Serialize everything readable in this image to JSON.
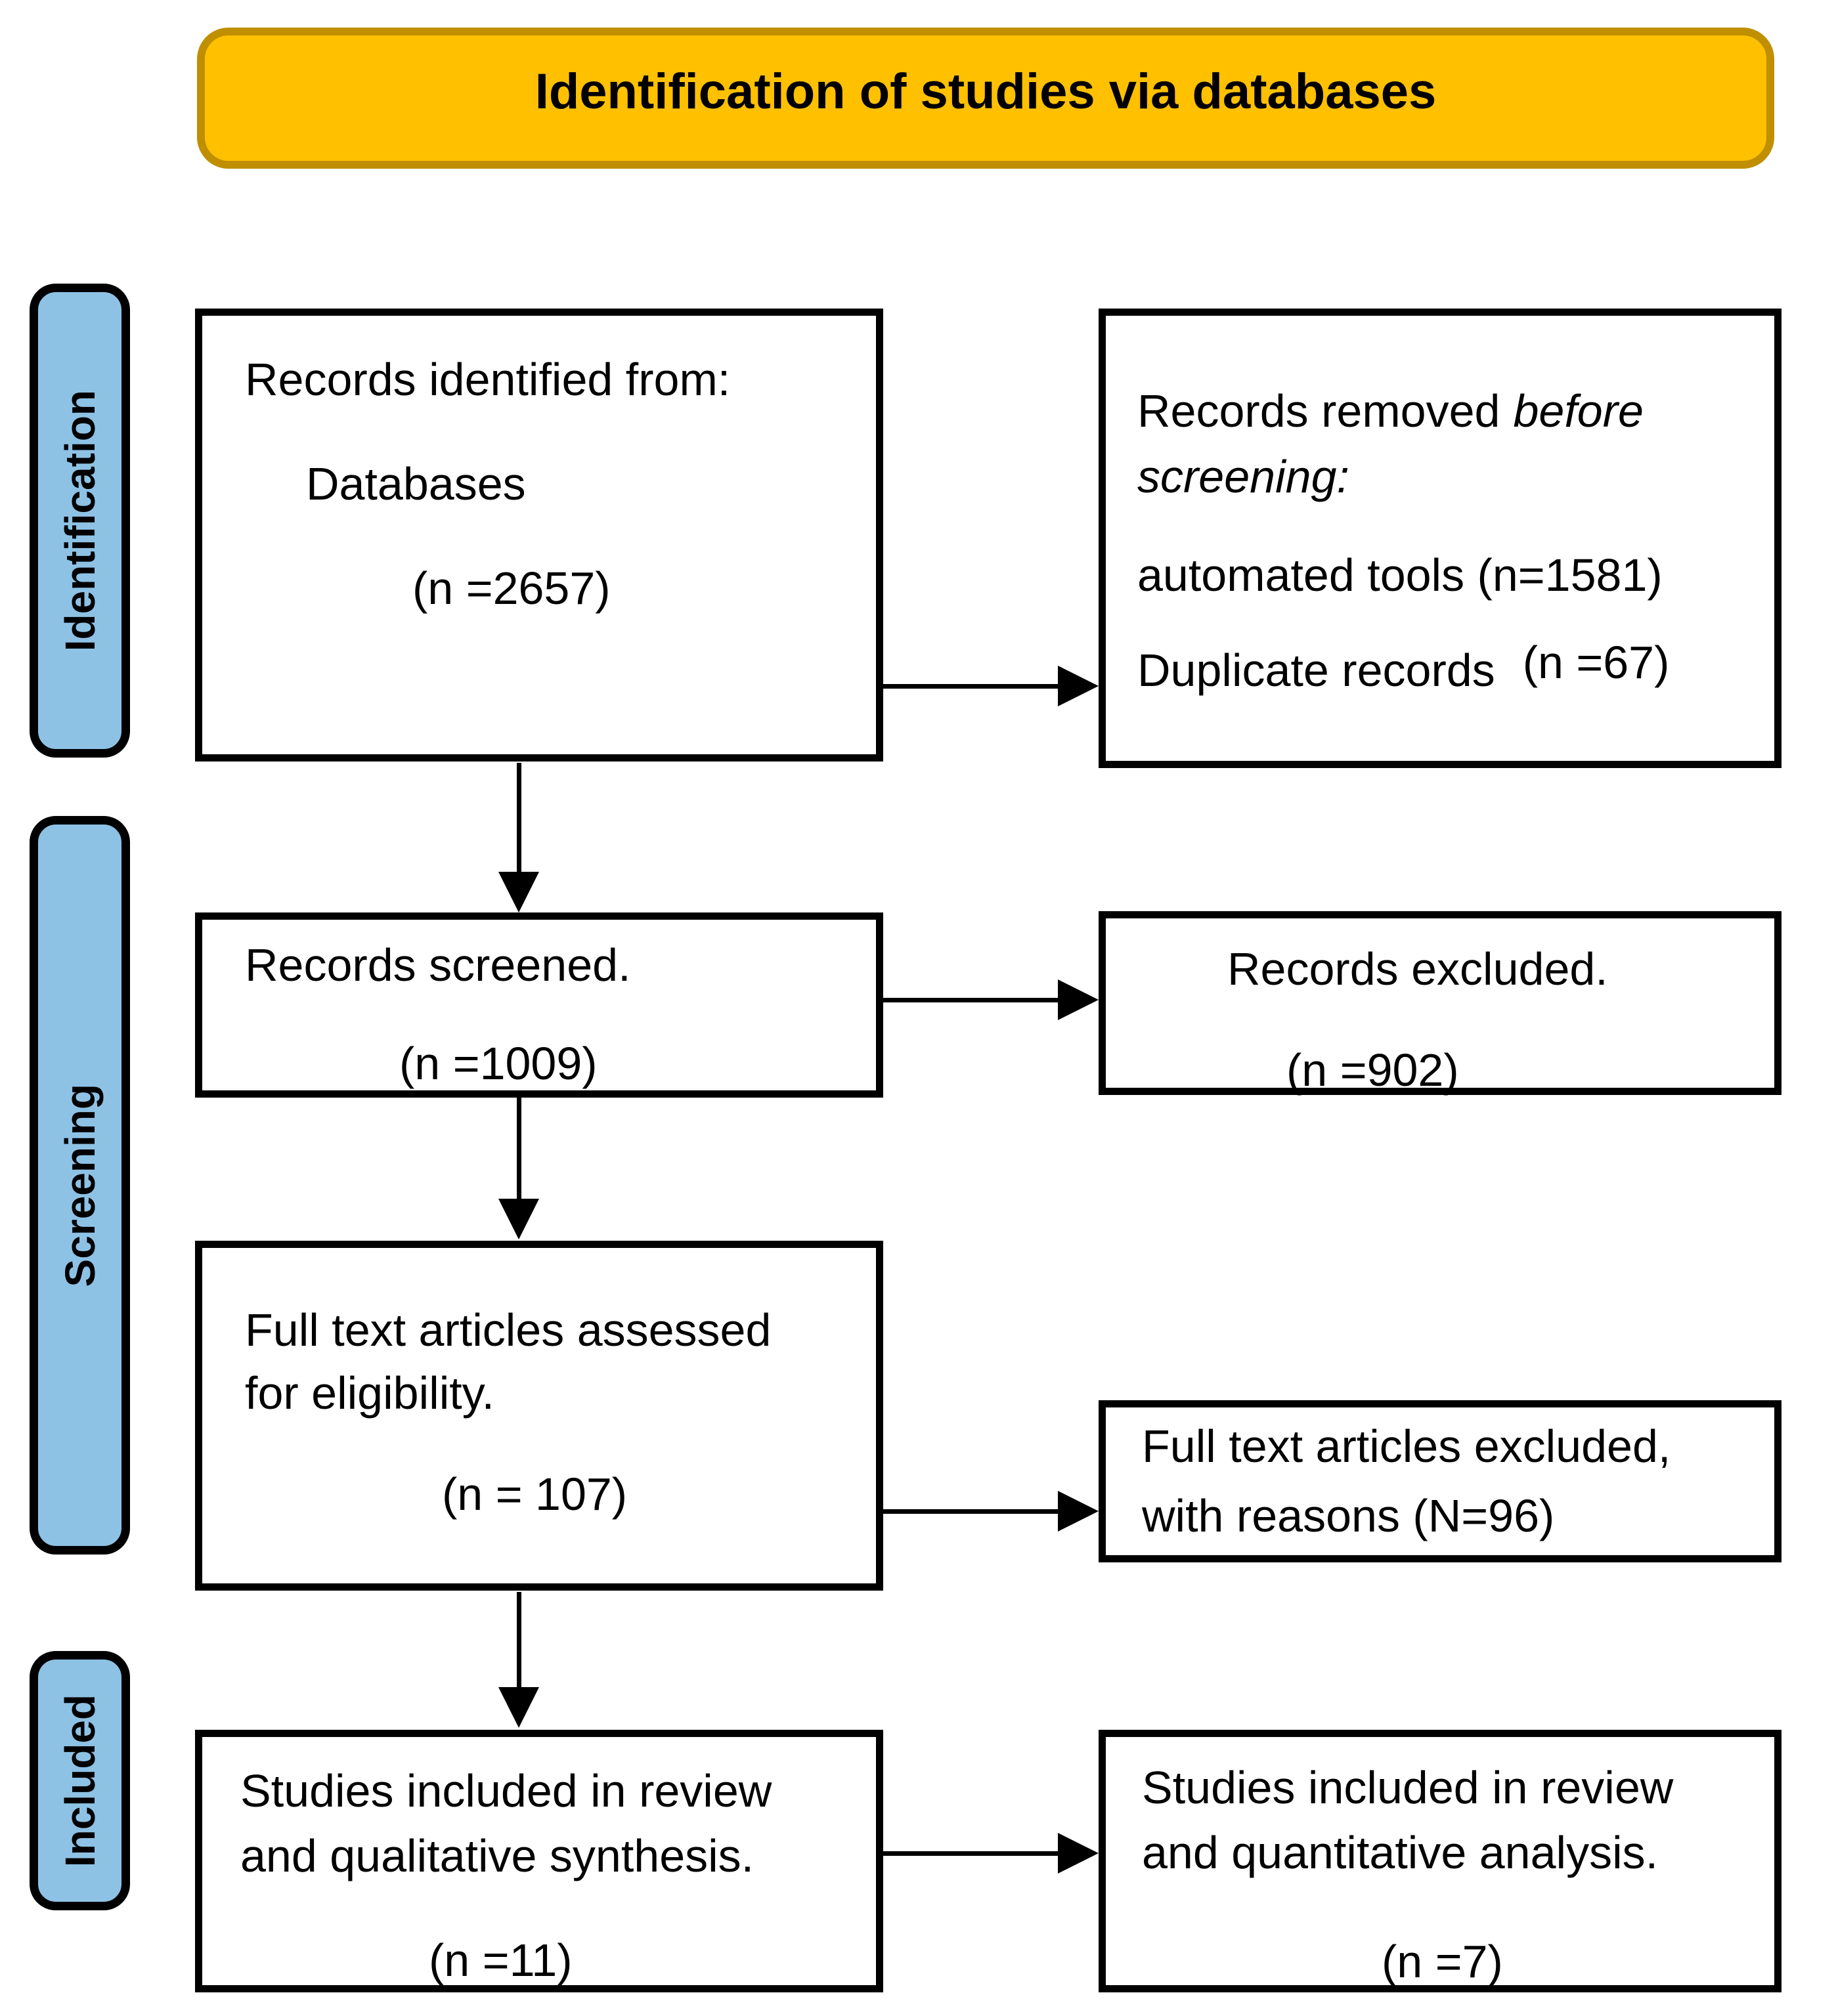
{
  "banner": {
    "title": "Identification of studies via databases",
    "fill": "#FFC000",
    "border_color": "#BF8F00"
  },
  "sidebar": {
    "fill": "#8EC2E5",
    "labels": [
      {
        "text": "Identification"
      },
      {
        "text": "Screening"
      },
      {
        "text": "Included"
      }
    ]
  },
  "boxes": {
    "records_identified": {
      "l1": "Records identified from:",
      "l2": "Databases",
      "l3": "(n =2657)"
    },
    "records_removed": {
      "l1a": "Records removed",
      "l1b": "before",
      "l2": "screening:",
      "l3": "automated tools (n=1581)",
      "l4a": "Duplicate records",
      "l4b": "(n =67)"
    },
    "records_screened": {
      "l1": "Records screened.",
      "l2": "(n =1009)"
    },
    "records_excluded": {
      "l1": "Records excluded.",
      "l2": "(n =902)"
    },
    "fulltext_assessed": {
      "l1": "Full text articles assessed",
      "l2": "for eligibility.",
      "l3": "(n = 107)"
    },
    "fulltext_excluded": {
      "l1": "Full text articles excluded,",
      "l2": "with reasons (N=96)"
    },
    "included_qualitative": {
      "l1": "Studies included in review",
      "l2": "and qualitative synthesis.",
      "l3": "(n =11)"
    },
    "included_quantitative": {
      "l1": "Studies included in review",
      "l2": "and quantitative analysis.",
      "l3": "(n =7)"
    }
  }
}
